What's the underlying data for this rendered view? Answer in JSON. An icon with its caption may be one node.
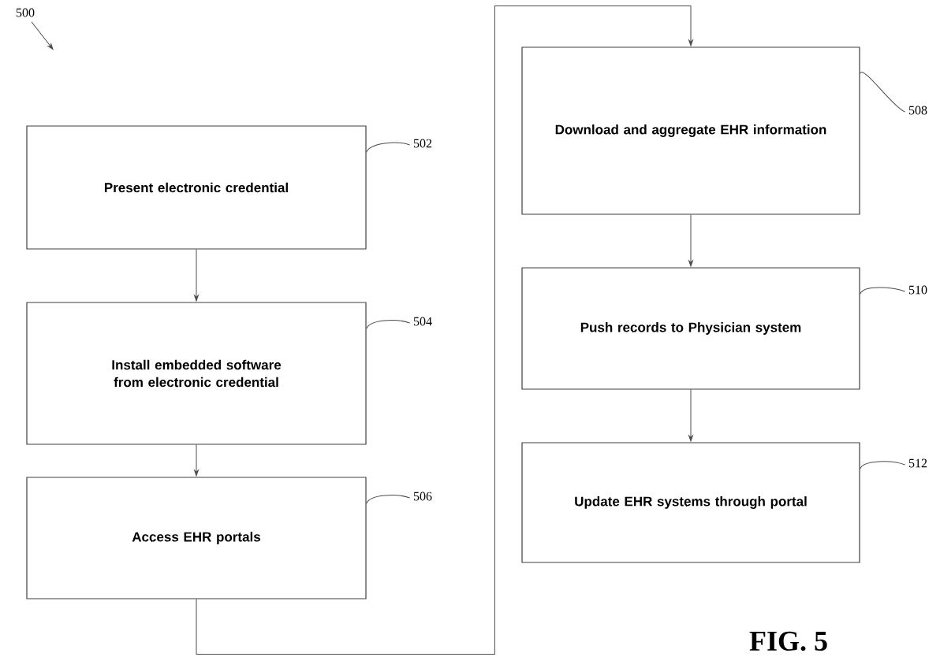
{
  "diagram": {
    "caption": "FIG. 5",
    "nodes": [
      {
        "text": [
          "Present electronic credential"
        ]
      },
      {
        "text": [
          "Install embedded software from electronic credential"
        ]
      },
      {
        "text": [
          "Access EHR portals"
        ]
      },
      {
        "text": [
          "Download and aggregate EHR information"
        ]
      },
      {
        "text": [
          "Push records to Physician system"
        ]
      },
      {
        "text": [
          "Update EHR systems through portal"
        ]
      },
      {
        "text": [
          "500"
        ]
      },
      {
        "text": [
          "502"
        ]
      },
      {
        "text": [
          "504"
        ]
      },
      {
        "text": [
          "506"
        ]
      },
      {
        "text": [
          "508"
        ]
      },
      {
        "text": [
          "510"
        ]
      },
      {
        "text": [
          "512"
        ]
      }
    ],
    "edges": [
      {
        "from": 0,
        "to": 1,
        "arrow": "to"
      },
      {
        "from": 1,
        "to": 2,
        "arrow": "to"
      },
      {
        "from": 2,
        "to": 3,
        "arrow": "to"
      },
      {
        "from": 3,
        "to": 4,
        "arrow": "to"
      },
      {
        "from": 4,
        "to": 5,
        "arrow": "to"
      },
      {
        "from": 6,
        "to": null,
        "arrow": "to"
      },
      {
        "from": 7,
        "to": 0,
        "arrow": "none"
      },
      {
        "from": 8,
        "to": 1,
        "arrow": "none"
      },
      {
        "from": 9,
        "to": 2,
        "arrow": "none"
      },
      {
        "from": 10,
        "to": 3,
        "arrow": "none"
      },
      {
        "from": 11,
        "to": 4,
        "arrow": "none"
      },
      {
        "from": 12,
        "to": 5,
        "arrow": "none"
      }
    ]
  }
}
